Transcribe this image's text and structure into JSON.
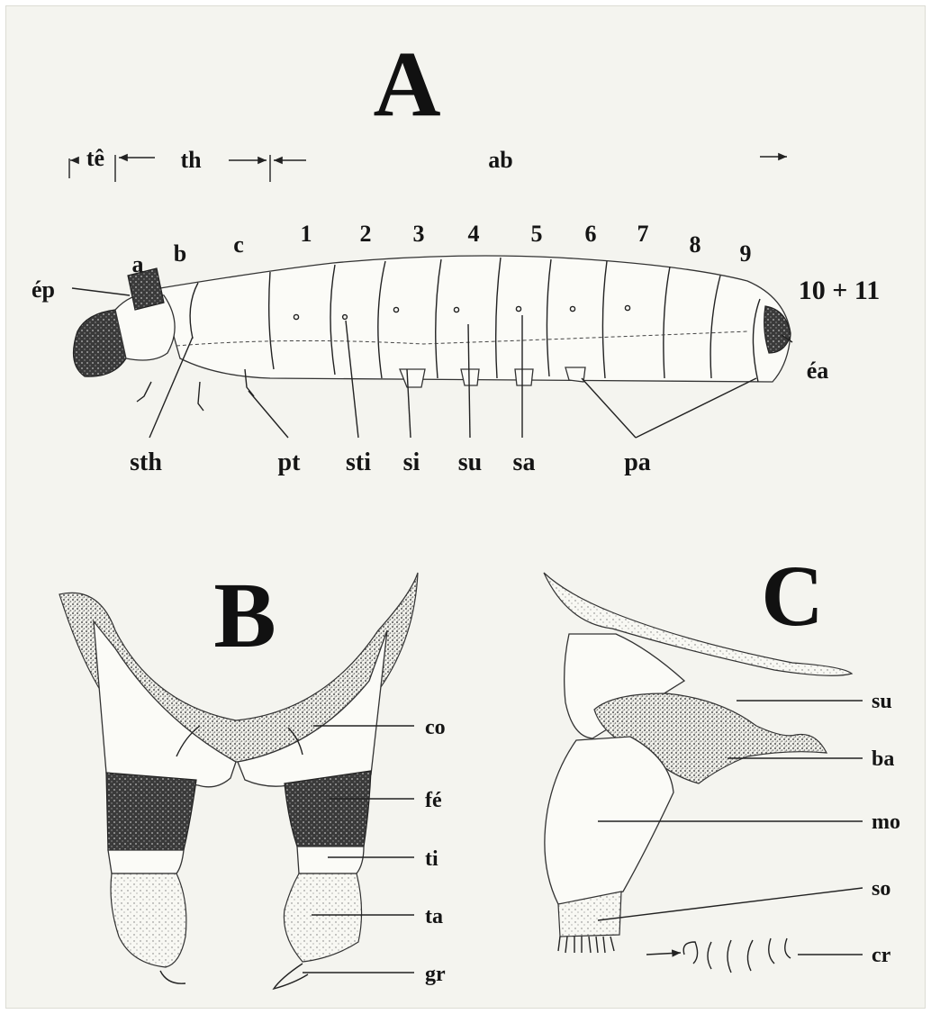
{
  "figure": {
    "panels": {
      "A": {
        "letter": "A",
        "regions": {
          "head": "tê",
          "thorax": "th",
          "abdomen": "ab"
        },
        "thoracic_segments": [
          "a",
          "b",
          "c"
        ],
        "abdominal_segments": [
          "1",
          "2",
          "3",
          "4",
          "5",
          "6",
          "7",
          "8",
          "9",
          "10 + 11"
        ],
        "labels": {
          "ep": "ép",
          "ea": "éa",
          "sth": "sth",
          "pt": "pt",
          "sti": "sti",
          "si": "si",
          "su": "su",
          "sa": "sa",
          "pa": "pa"
        }
      },
      "B": {
        "letter": "B",
        "labels": {
          "co": "co",
          "fe": "fé",
          "ti": "ti",
          "ta": "ta",
          "gr": "gr"
        }
      },
      "C": {
        "letter": "C",
        "labels": {
          "su": "su",
          "ba": "ba",
          "mo": "mo",
          "so": "so",
          "cr": "cr"
        }
      }
    }
  }
}
